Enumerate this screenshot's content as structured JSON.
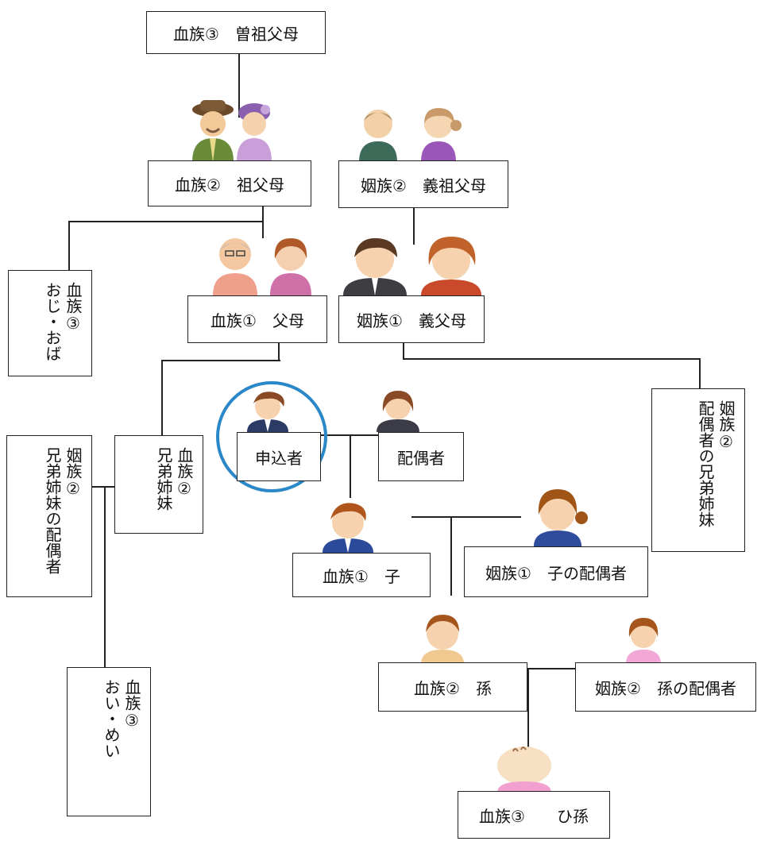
{
  "nodes": {
    "great_grandparents": "血族③　曽祖父母",
    "grandparents": "血族②　祖父母",
    "spouse_grandparents": "姻族②　義祖父母",
    "uncle_aunt_rel": "血族③",
    "uncle_aunt": "おじ・おば",
    "parents": "血族①　父母",
    "spouse_parents": "姻族①　義父母",
    "applicant": "申込者",
    "spouse": "配偶者",
    "spouse_siblings_rel": "姻族②",
    "spouse_siblings": "配偶者の兄弟姉妹",
    "siblings_spouse_rel": "姻族②",
    "siblings_spouse": "兄弟姉妹の配偶者",
    "siblings_rel": "血族②",
    "siblings": "兄弟姉妹",
    "child": "血族①　子",
    "child_spouse": "姻族①　子の配偶者",
    "nephew_niece_rel": "血族③",
    "nephew_niece": "おい・めい",
    "grandchild": "血族②　孫",
    "grandchild_spouse": "姻族②　孫の配偶者",
    "great_grandchild": "血族③　　ひ孫"
  },
  "colors": {
    "highlight": "#2a87c8",
    "line": "#222222"
  }
}
